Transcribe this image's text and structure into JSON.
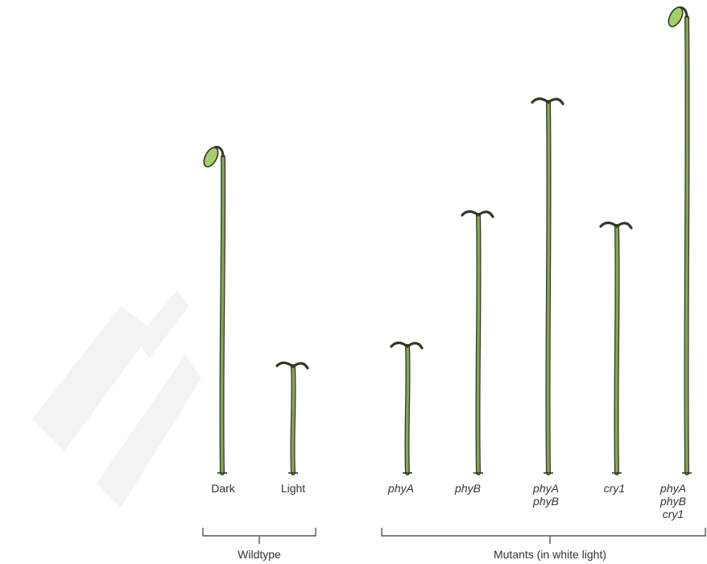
{
  "groups": {
    "wildtype": {
      "label": "Wildtype"
    },
    "mutants": {
      "label": "Mutants (in white light)"
    }
  },
  "seedlings": [
    {
      "label_lines": [
        "Dark"
      ],
      "italic": false,
      "apex": "hook"
    },
    {
      "label_lines": [
        "Light"
      ],
      "italic": false,
      "apex": "open"
    },
    {
      "label_lines": [
        "phyA"
      ],
      "italic": true,
      "apex": "open"
    },
    {
      "label_lines": [
        "phyB"
      ],
      "italic": true,
      "apex": "open"
    },
    {
      "label_lines": [
        "phyA",
        "phyB"
      ],
      "italic": true,
      "apex": "open"
    },
    {
      "label_lines": [
        "cry1"
      ],
      "italic": true,
      "apex": "open"
    },
    {
      "label_lines": [
        "phyA",
        "phyB",
        "cry1"
      ],
      "italic": true,
      "apex": "hook"
    }
  ],
  "colors": {
    "stem": "#8aa35a",
    "stem_outline": "#2f3a22",
    "cotyledon": "#a3cf6e",
    "text": "#333333",
    "bracket": "#555555",
    "watermark": "#f2f2f2"
  }
}
